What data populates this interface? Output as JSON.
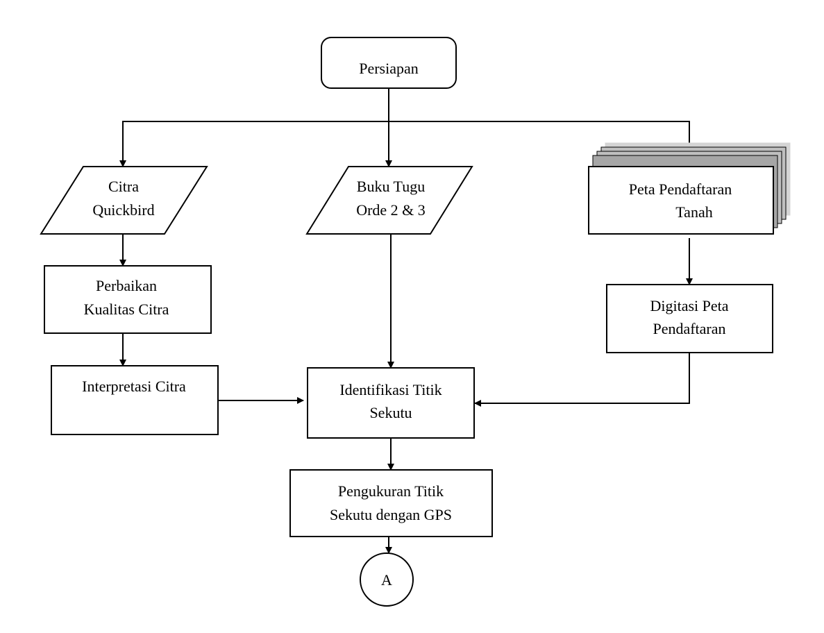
{
  "nodes": {
    "start": "Persiapan",
    "citra": [
      "Citra",
      "Quickbird"
    ],
    "buku": [
      "Buku Tugu",
      "Orde 2 & 3"
    ],
    "peta": [
      "Peta Pendaftaran",
      "Tanah"
    ],
    "perbaikan": [
      "Perbaikan",
      "Kualitas Citra"
    ],
    "interpretasi": "Interpretasi Citra",
    "digitasi": [
      "Digitasi Peta",
      "Pendaftaran"
    ],
    "identifikasi": [
      "Identifikasi Titik",
      "Sekutu"
    ],
    "pengukuran": [
      "Pengukuran Titik",
      "Sekutu dengan GPS"
    ],
    "connector": "A"
  }
}
